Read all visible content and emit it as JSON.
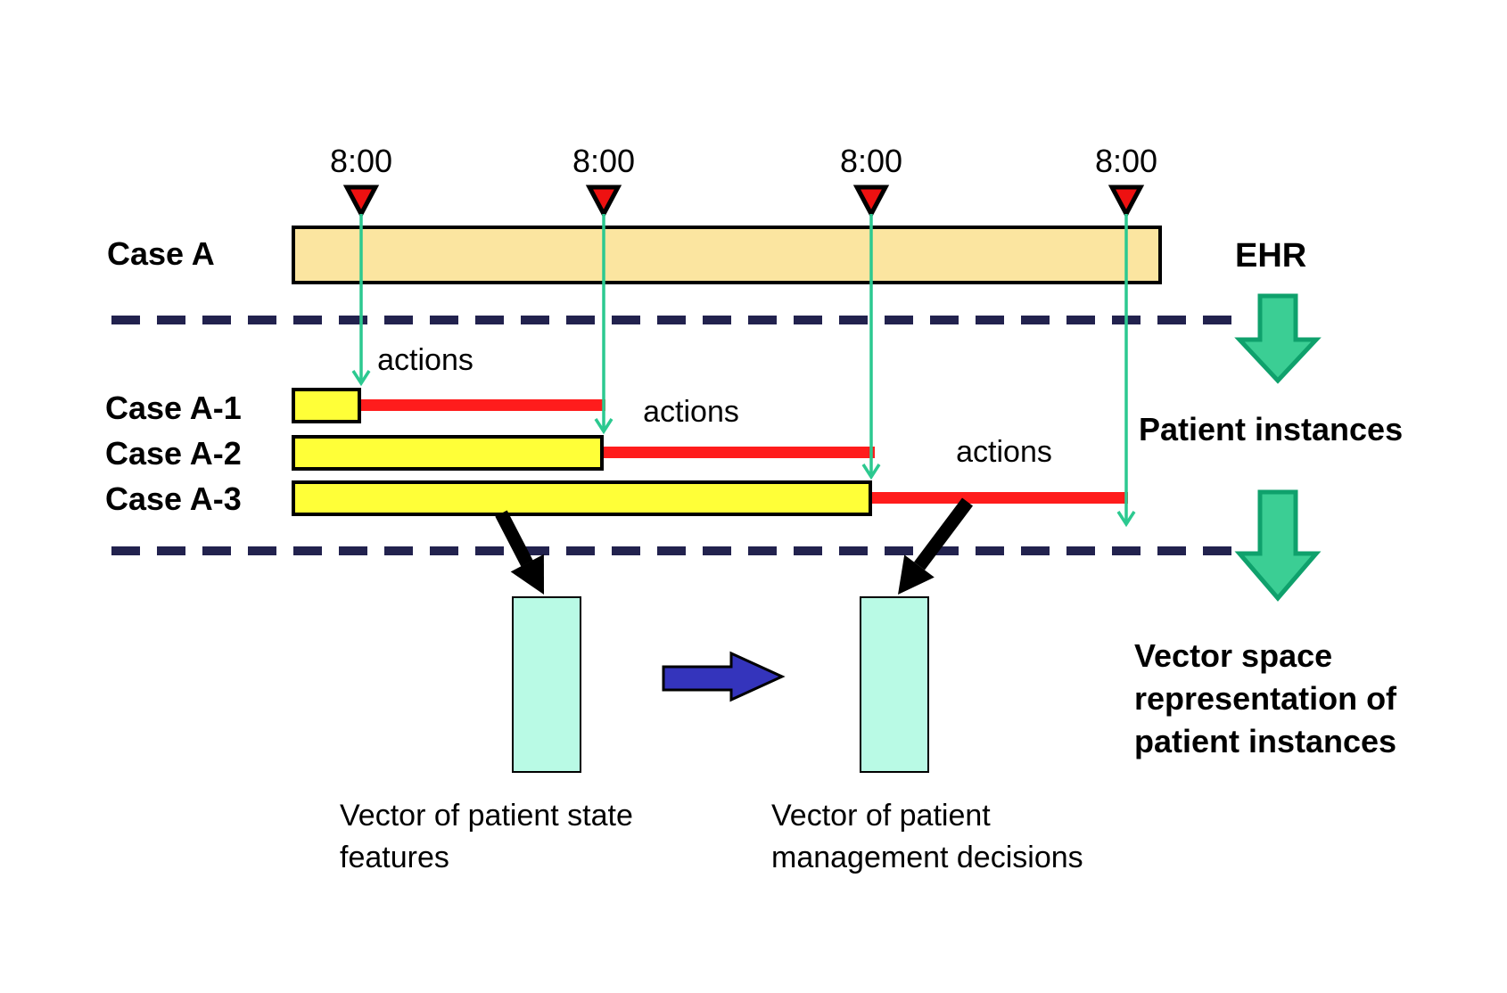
{
  "colors": {
    "background": "#FFFFFF",
    "text": "#000000",
    "ehr_bar_fill": "#FBE5A0",
    "instance_bar_fill": "#FFFF38",
    "bar_border": "#000000",
    "actions_line": "#FF1C1C",
    "time_marker_fill": "#EE1111",
    "timeline_arrow": "#2CC990",
    "block_arrow_fill": "#3BCE94",
    "block_arrow_stroke": "#0FA16C",
    "divider_dash": "#22224E",
    "vector_rect_fill": "#B9FAE5",
    "transform_arrow_fill": "#3434BC"
  },
  "ehr_section": {
    "case_label": "Case A",
    "section_label": "EHR",
    "time_labels": [
      "8:00",
      "8:00",
      "8:00",
      "8:00"
    ]
  },
  "instances_section": {
    "section_label": "Patient instances",
    "rows": [
      {
        "label": "Case A-1",
        "actions_label": "actions"
      },
      {
        "label": "Case A-2",
        "actions_label": "actions"
      },
      {
        "label": "Case A-3",
        "actions_label": "actions"
      }
    ]
  },
  "vector_section": {
    "section_label": "Vector space\nrepresentation of\npatient instances",
    "left_caption": "Vector of patient state\nfeatures",
    "right_caption": "Vector of patient\nmanagement decisions"
  }
}
